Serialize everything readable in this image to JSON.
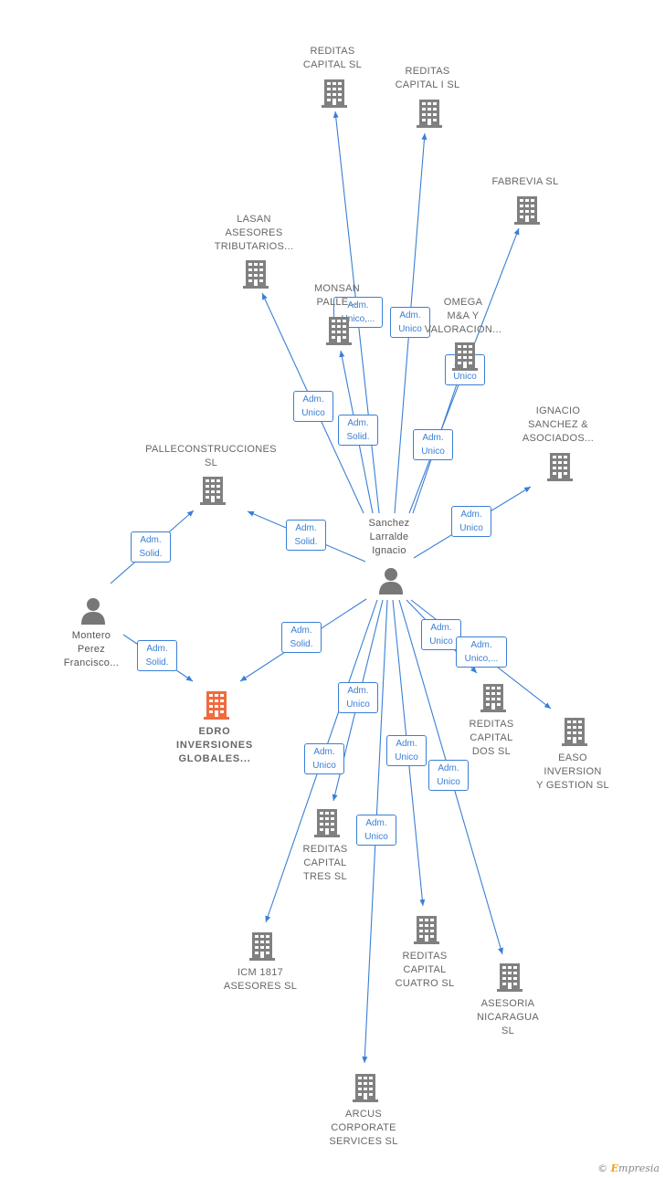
{
  "colors": {
    "edge": "#3a7fd5",
    "company_icon": "#808080",
    "focus_icon": "#f26a3d",
    "person_icon": "#777777"
  },
  "center": {
    "label": "Sanchez\nLarralde\nIgnacio",
    "icon": "person-icon"
  },
  "companies": [
    {
      "id": "reditas-capital",
      "label": "REDITAS\nCAPITAL  SL",
      "icon": "building-icon"
    },
    {
      "id": "reditas-capital-i",
      "label": "REDITAS\nCAPITAL I  SL",
      "icon": "building-icon"
    },
    {
      "id": "fabrevia",
      "label": "FABREVIA  SL",
      "icon": "building-icon"
    },
    {
      "id": "lasan",
      "label": "LASAN\nASESORES\nTRIBUTARIOS...",
      "icon": "building-icon"
    },
    {
      "id": "monsan",
      "label": "MONSAN\nPALLE...",
      "icon": "building-icon"
    },
    {
      "id": "omega",
      "label": "OMEGA\nM&A Y\nVALORACION...",
      "icon": "building-icon"
    },
    {
      "id": "ignacio-sanchez",
      "label": "IGNACIO\nSANCHEZ &\nASOCIADOS...",
      "icon": "building-icon"
    },
    {
      "id": "palleconstrucciones",
      "label": "PALLECONSTRUCCIONES\nSL",
      "icon": "building-icon"
    },
    {
      "id": "edro",
      "label": "EDRO\nINVERSIONES\nGLOBALES...",
      "icon": "building-icon",
      "focus": true
    },
    {
      "id": "reditas-dos",
      "label": "REDITAS\nCAPITAL\nDOS  SL",
      "icon": "building-icon"
    },
    {
      "id": "easo",
      "label": "EASO\nINVERSION\nY GESTION  SL",
      "icon": "building-icon"
    },
    {
      "id": "reditas-tres",
      "label": "REDITAS\nCAPITAL\nTRES  SL",
      "icon": "building-icon"
    },
    {
      "id": "icm",
      "label": "ICM 1817\nASESORES  SL",
      "icon": "building-icon"
    },
    {
      "id": "reditas-cuatro",
      "label": "REDITAS\nCAPITAL\nCUATRO  SL",
      "icon": "building-icon"
    },
    {
      "id": "asesoria",
      "label": "ASESORIA\nNICARAGUA\nSL",
      "icon": "building-icon"
    },
    {
      "id": "arcus",
      "label": "ARCUS\nCORPORATE\nSERVICES  SL",
      "icon": "building-icon"
    }
  ],
  "persons": [
    {
      "id": "montero",
      "label": "Montero\nPerez\nFrancisco...",
      "icon": "person-icon"
    }
  ],
  "relations": [
    {
      "from": "center",
      "to": "reditas-capital",
      "role": "Adm.\nUnico,..."
    },
    {
      "from": "center",
      "to": "reditas-capital-i",
      "role": "Adm.\nUnico"
    },
    {
      "from": "center",
      "to": "fabrevia",
      "role": "Adm.\nUnico"
    },
    {
      "from": "center",
      "to": "lasan",
      "role": "Adm.\nUnico"
    },
    {
      "from": "center",
      "to": "monsan",
      "role": "Adm.\nSolid."
    },
    {
      "from": "center",
      "to": "omega",
      "role": "Adm.\nUnico"
    },
    {
      "from": "center",
      "to": "ignacio-sanchez",
      "role": "Adm.\nUnico"
    },
    {
      "from": "center",
      "to": "palleconstrucciones",
      "role": "Adm.\nSolid."
    },
    {
      "from": "montero",
      "to": "palleconstrucciones",
      "role": "Adm.\nSolid."
    },
    {
      "from": "montero",
      "to": "edro",
      "role": "Adm.\nSolid."
    },
    {
      "from": "center",
      "to": "edro",
      "role": "Adm.\nSolid."
    },
    {
      "from": "center",
      "to": "reditas-dos",
      "role": "Adm.\nUnico"
    },
    {
      "from": "center",
      "to": "easo",
      "role": "Adm.\nUnico,..."
    },
    {
      "from": "center",
      "to": "reditas-tres",
      "role": "Adm.\nUnico"
    },
    {
      "from": "center",
      "to": "icm",
      "role": "Adm.\nUnico"
    },
    {
      "from": "center",
      "to": "reditas-cuatro",
      "role": "Adm.\nUnico"
    },
    {
      "from": "center",
      "to": "asesoria",
      "role": "Adm.\nUnico"
    },
    {
      "from": "center",
      "to": "arcus",
      "role": "Adm.\nUnico"
    }
  ],
  "footer": {
    "copyright_symbol": "©",
    "brand_initial": "E",
    "brand_rest": "mpresia"
  }
}
